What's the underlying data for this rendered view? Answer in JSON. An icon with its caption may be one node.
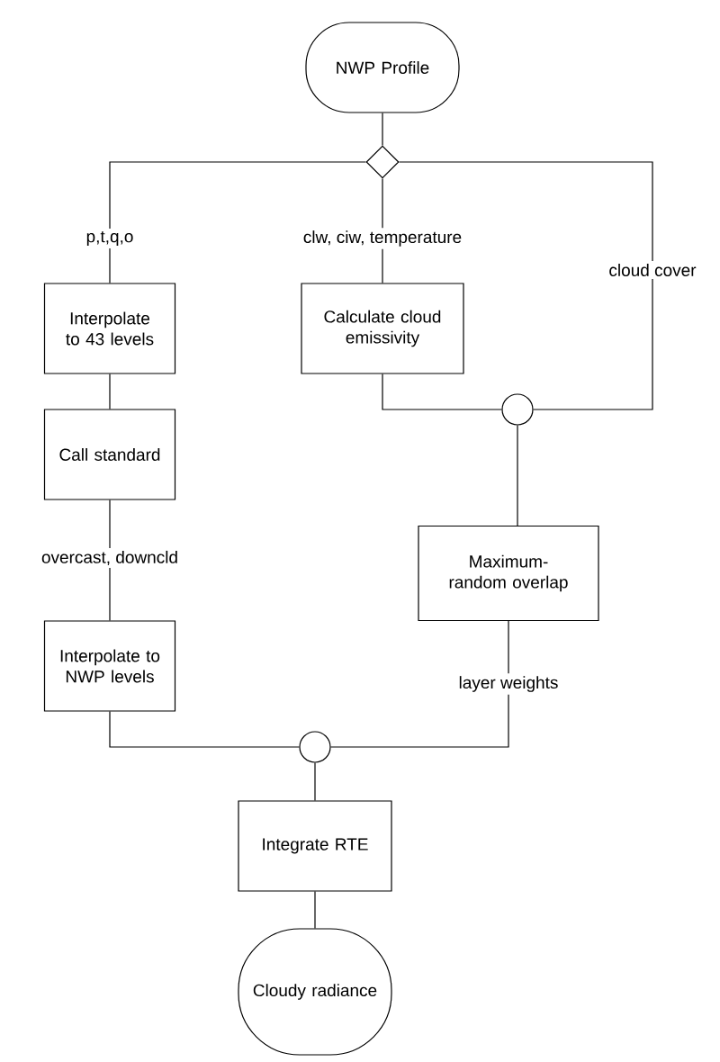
{
  "diagram": {
    "nodes": [
      {
        "text": [
          "NWP Profile"
        ]
      },
      {
        "text": [],
        "shape": "diamond"
      },
      {
        "text": [
          "Interpolate to 43 levels"
        ]
      },
      {
        "text": [
          "Calculate cloud emissivity"
        ]
      },
      {
        "text": [],
        "shape": "circle"
      },
      {
        "text": [
          "Call standard"
        ]
      },
      {
        "text": [
          "Maximum-random overlap"
        ]
      },
      {
        "text": [
          "Interpolate to NWP levels"
        ]
      },
      {
        "text": [],
        "shape": "circle"
      },
      {
        "text": [
          "Integrate RTE"
        ]
      },
      {
        "text": [
          "Cloudy radiance"
        ]
      }
    ],
    "edges": [
      {
        "from": 0,
        "to": 1,
        "arrow": "none"
      },
      {
        "from": 1,
        "to": 2,
        "arrow": "none",
        "label": "p,t,q,o"
      },
      {
        "from": 1,
        "to": 3,
        "arrow": "none",
        "label": "clw, ciw, temperature"
      },
      {
        "from": 1,
        "to": 4,
        "arrow": "none",
        "label": "cloud cover"
      },
      {
        "from": 3,
        "to": 4,
        "arrow": "none"
      },
      {
        "from": 4,
        "to": 6,
        "arrow": "none"
      },
      {
        "from": 2,
        "to": 5,
        "arrow": "none"
      },
      {
        "from": 5,
        "to": 7,
        "arrow": "none",
        "label": "overcast, downcld"
      },
      {
        "from": 7,
        "to": 8,
        "arrow": "none"
      },
      {
        "from": 6,
        "to": 8,
        "arrow": "none",
        "label": "layer weights"
      },
      {
        "from": 8,
        "to": 9,
        "arrow": "none"
      },
      {
        "from": 9,
        "to": 10,
        "arrow": "none"
      }
    ]
  }
}
